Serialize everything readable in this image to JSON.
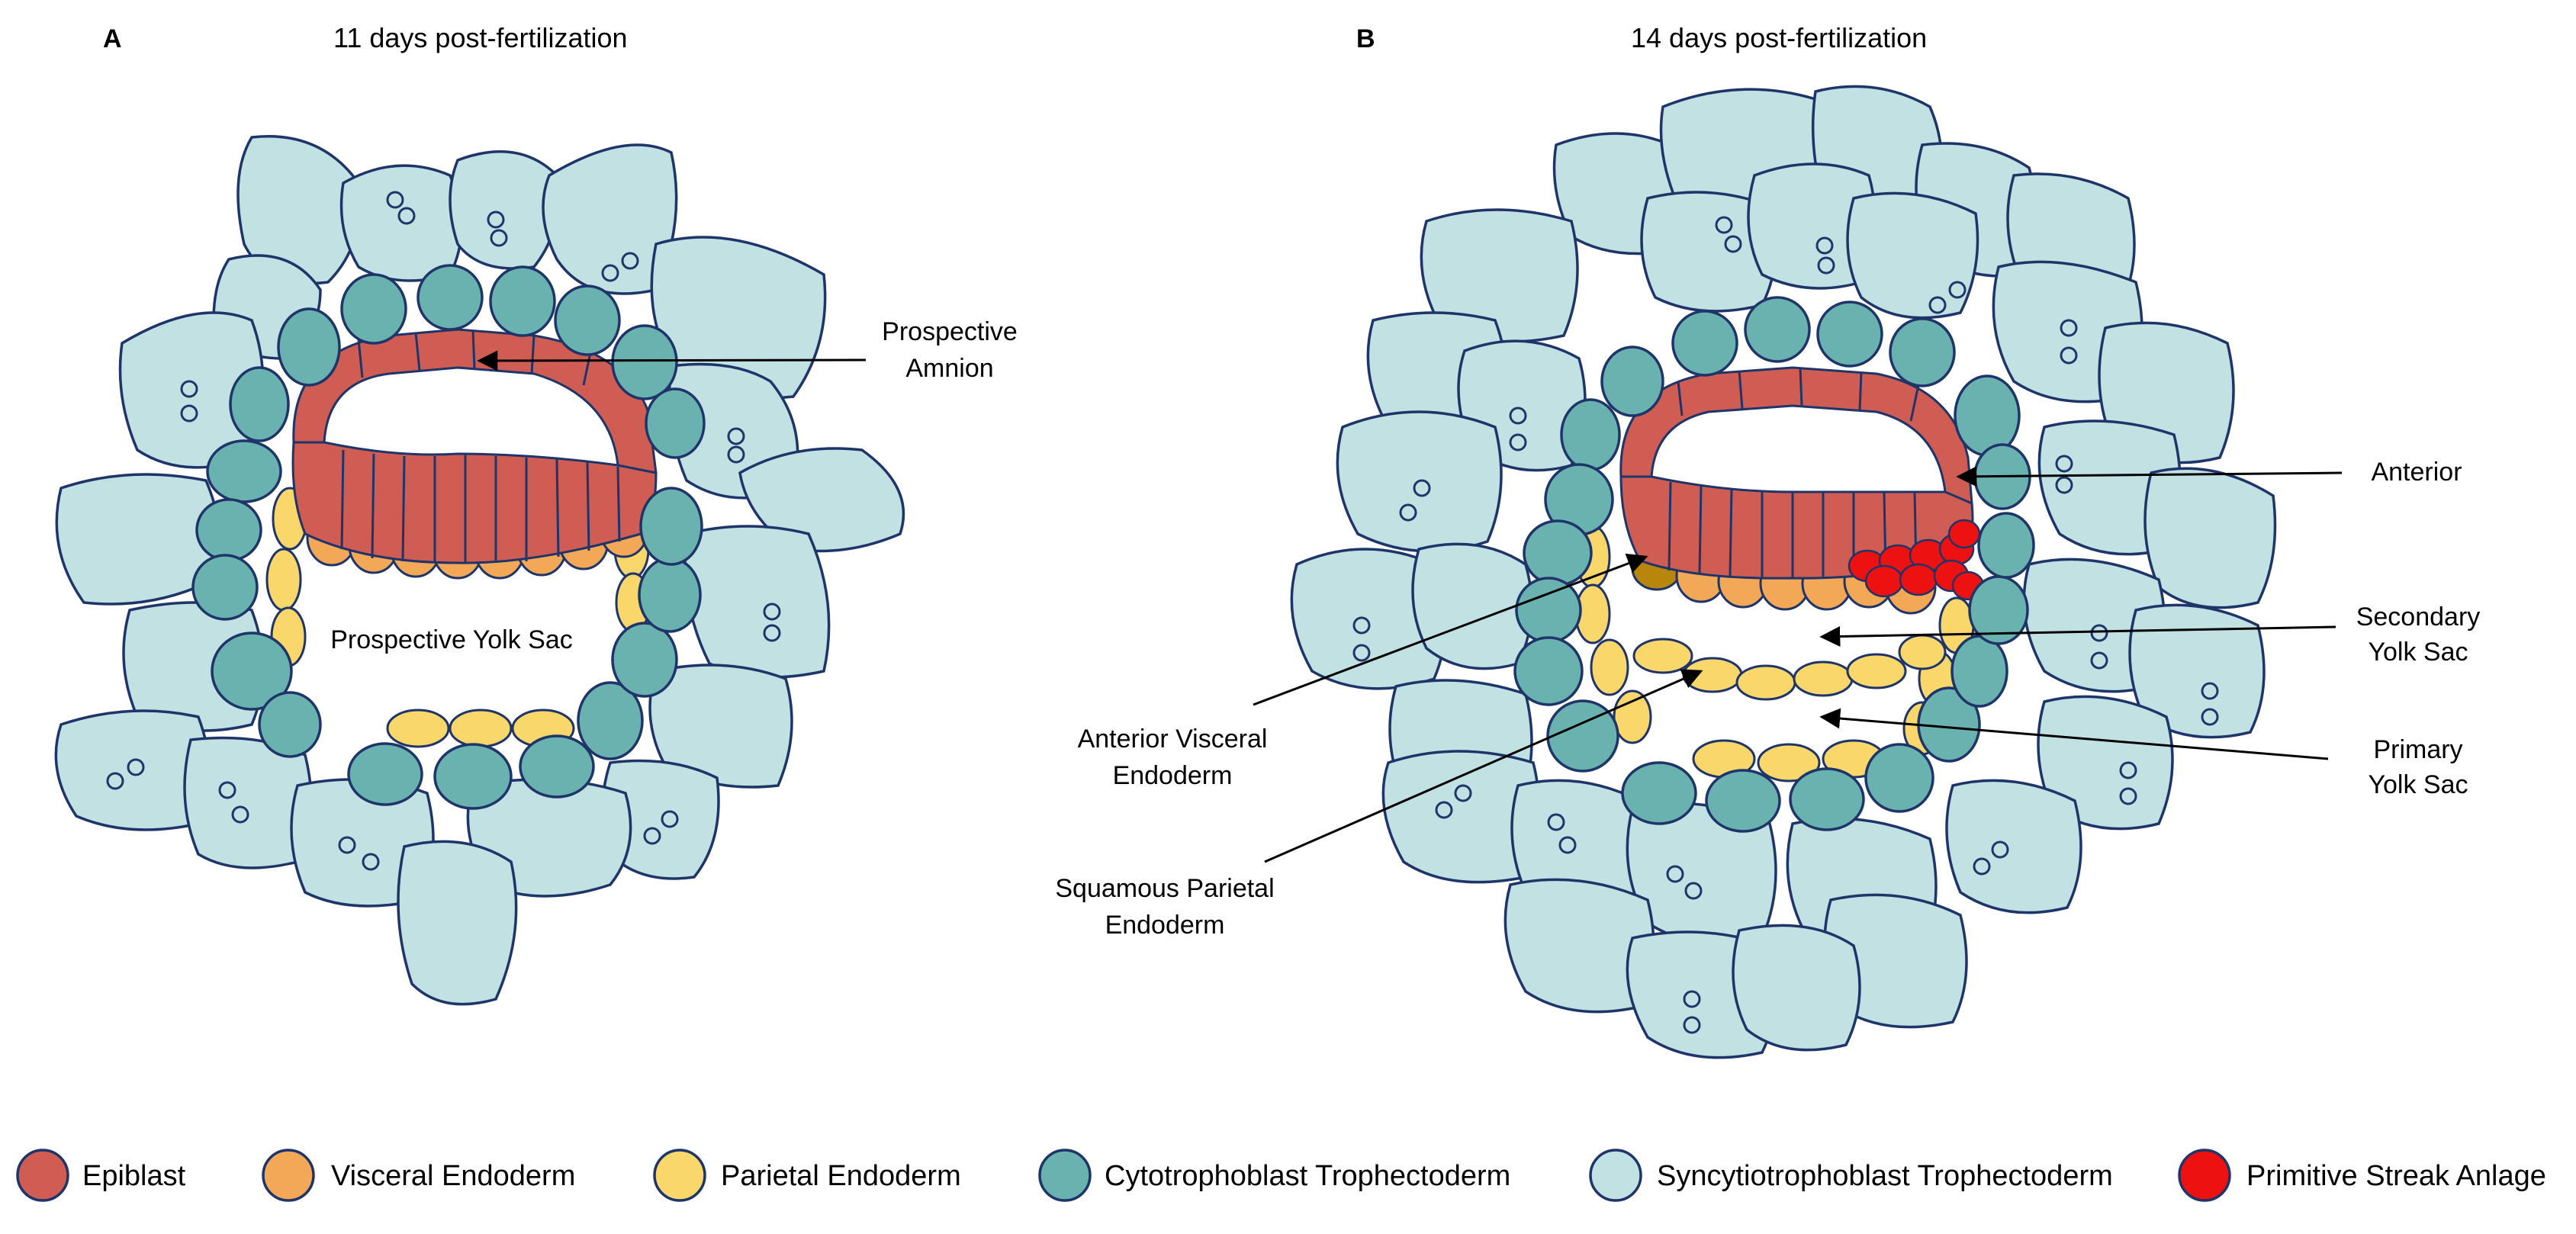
{
  "panel_a": {
    "letter": "A",
    "title": "11 days post-fertilization",
    "labels": {
      "prospective_amnion": [
        "Prospective",
        "Amnion"
      ],
      "prospective_yolk_sac": "Prospective Yolk Sac"
    }
  },
  "panel_b": {
    "letter": "B",
    "title": "14 days post-fertilization",
    "labels": {
      "anterior": "Anterior",
      "secondary_yolk_sac": [
        "Secondary",
        "Yolk Sac"
      ],
      "primary_yolk_sac": [
        "Primary",
        "Yolk Sac"
      ],
      "anterior_visceral_endoderm": [
        "Anterior Visceral",
        "Endoderm"
      ],
      "squamous_parietal_endoderm": [
        "Squamous Parietal",
        "Endoderm"
      ]
    }
  },
  "legend": [
    {
      "label": "Epiblast",
      "color": "#cf5d53"
    },
    {
      "label": "Visceral Endoderm",
      "color": "#f2a857"
    },
    {
      "label": "Parietal Endoderm",
      "color": "#fad76b"
    },
    {
      "label": "Cytotrophoblast Trophectoderm",
      "color": "#6ab2b0"
    },
    {
      "label": "Syncytiotrophoblast Trophectoderm",
      "color": "#c1e1e3"
    },
    {
      "label": "Primitive Streak Anlage",
      "color": "#ee1111"
    }
  ]
}
